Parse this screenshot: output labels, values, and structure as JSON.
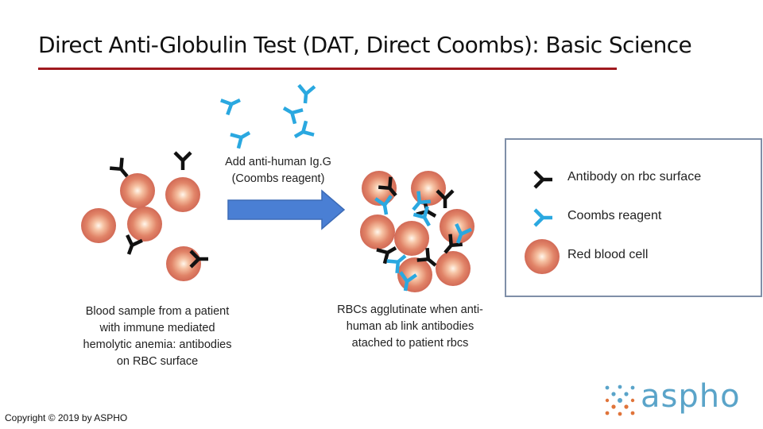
{
  "title": "Direct Anti-Globulin Test (DAT, Direct Coombs): Basic Science",
  "step_label": "Add anti-human Ig.G (Coombs reagent)",
  "step_label_line1": "Add anti-human Ig.G",
  "step_label_line2": "(Coombs reagent)",
  "left_caption": "Blood sample from a patient with immune mediated hemolytic anemia: antibodies on RBC surface",
  "left_caption_lines": [
    "Blood sample from a patient",
    "with immune mediated",
    "hemolytic anemia: antibodies",
    "on RBC surface"
  ],
  "right_caption": "RBCs agglutinate when anti-human ab link antibodies atached to patient rbcs",
  "right_caption_lines": [
    "RBCs agglutinate when anti-",
    "human ab link antibodies",
    "atached to patient rbcs"
  ],
  "legend": {
    "antibody_label": "Antibody on rbc surface",
    "coombs_label": "Coombs reagent",
    "rbc_label": "Red blood cell"
  },
  "colors": {
    "title_rule": "#a0191e",
    "antibody": "#111111",
    "coombs": "#2aa8e0",
    "arrow": "#4a7fd4",
    "legend_border": "#7f8fa8",
    "logo_text": "#5aa4c9",
    "logo_dots_primary": "#5aa4c9",
    "logo_dots_secondary": "#e0743a"
  },
  "footer": {
    "copyright": "Copyright © 2019 by ASPHO"
  },
  "logo": {
    "text": "aspho"
  }
}
